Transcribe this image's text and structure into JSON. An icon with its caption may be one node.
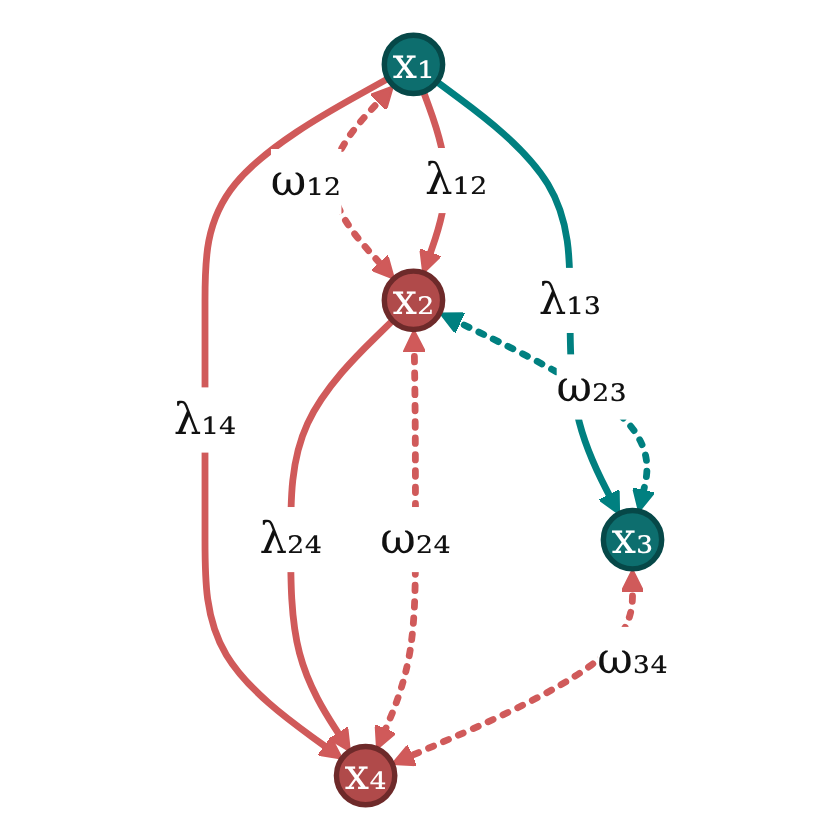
{
  "diagram": {
    "nodes": [
      {
        "text": [
          "x₁"
        ]
      },
      {
        "text": [
          "x₂"
        ]
      },
      {
        "text": [
          "x₃"
        ]
      },
      {
        "text": [
          "x₄"
        ]
      }
    ],
    "edges": [
      {
        "from": 0,
        "to": 1,
        "arrow": "both",
        "label": "ω₁₂",
        "style": "dashed"
      },
      {
        "from": 0,
        "to": 1,
        "arrow": "to",
        "label": "λ₁₂"
      },
      {
        "from": 0,
        "to": 3,
        "arrow": "to",
        "label": "λ₁₄"
      },
      {
        "from": 0,
        "to": 2,
        "arrow": "to",
        "label": "λ₁₃",
        "color": "#008080"
      },
      {
        "from": 1,
        "to": 2,
        "arrow": "both",
        "label": "ω₂₃",
        "style": "dashed",
        "color": "#008080"
      },
      {
        "from": 1,
        "to": 3,
        "arrow": "to",
        "label": "λ₂₄"
      },
      {
        "from": 1,
        "to": 3,
        "arrow": "both",
        "label": "ω₂₄",
        "style": "dashed"
      },
      {
        "from": 2,
        "to": 3,
        "arrow": "both",
        "label": "ω₃₄",
        "style": "dashed"
      }
    ]
  }
}
